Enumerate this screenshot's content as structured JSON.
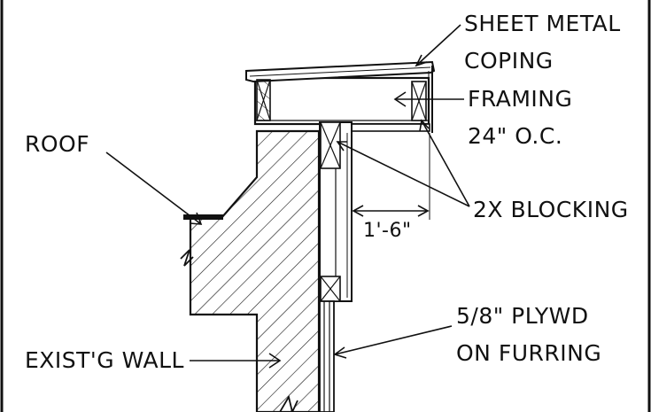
{
  "labels": {
    "coping_line1": "SHEET METAL",
    "coping_line2": "COPING",
    "framing_line1": "FRAMING",
    "framing_line2": "24\" O.C.",
    "roof": "ROOF",
    "blocking": "2X BLOCKING",
    "dimension": "1'-6\"",
    "plywood_line1": "5/8\" PLYWD",
    "plywood_line2": "ON FURRING",
    "wall": "EXIST'G WALL"
  },
  "colors": {
    "ink": "#111111",
    "paper": "#ffffff"
  }
}
